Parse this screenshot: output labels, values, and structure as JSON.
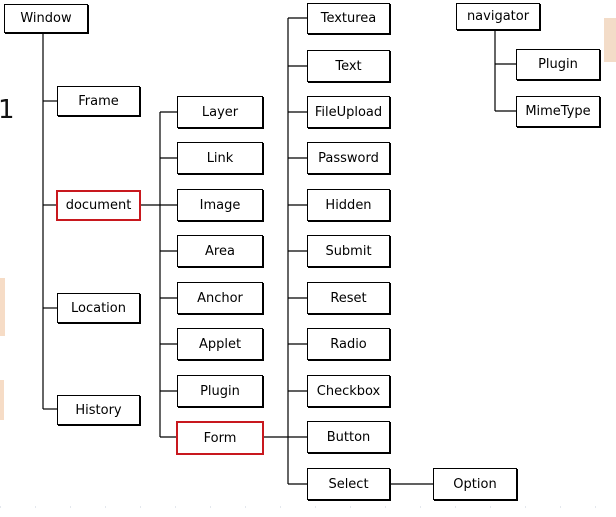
{
  "diagram": {
    "highlight_color": "#c8181e",
    "line_color": "#000000",
    "nodes": {
      "window": "Window",
      "frame": "Frame",
      "document": "document",
      "location": "Location",
      "history": "History",
      "layer": "Layer",
      "link": "Link",
      "image": "Image",
      "area": "Area",
      "anchor": "Anchor",
      "applet": "Applet",
      "plugin": "Plugin",
      "form": "Form",
      "textarea": "Texturea",
      "text": "Text",
      "fileupload": "FileUpload",
      "password": "Password",
      "hidden": "Hidden",
      "submit": "Submit",
      "reset": "Reset",
      "radio": "Radio",
      "checkbox": "Checkbox",
      "button": "Button",
      "select": "Select",
      "option": "Option",
      "navigator": "navigator",
      "navigator_plugin": "Plugin",
      "mimetype": "MimeType"
    },
    "highlighted": [
      "document",
      "form"
    ]
  }
}
